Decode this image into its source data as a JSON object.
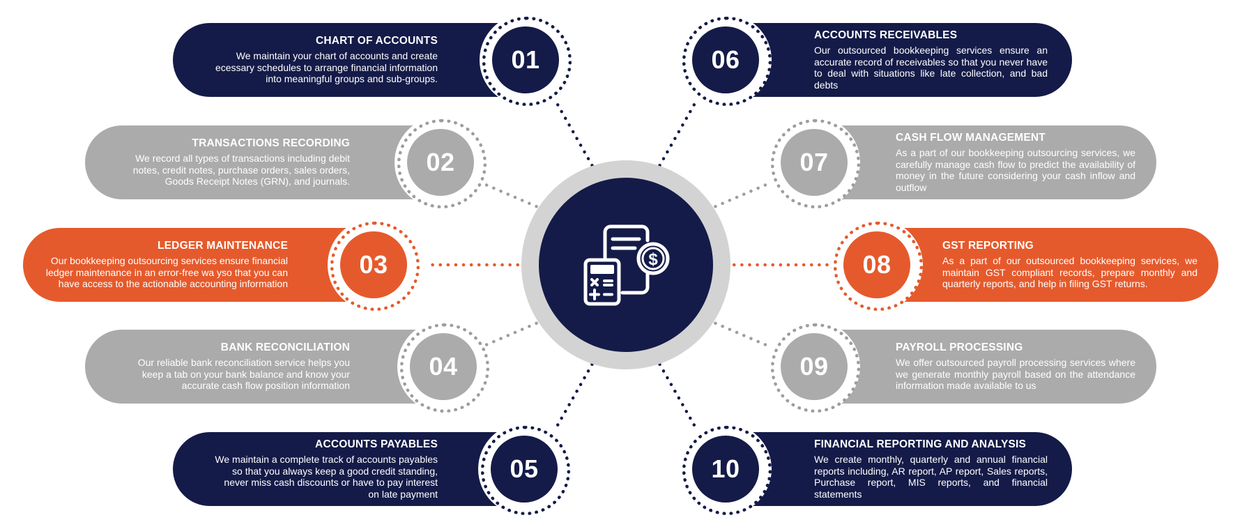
{
  "colors": {
    "navy": "#141b48",
    "grey": "#ababab",
    "grey_dots": "#9d9d9d",
    "orange": "#e55a2c",
    "hub_ring": "#d3d3d3"
  },
  "hub": {
    "icon": "invoice-calculator-dollar-icon"
  },
  "items": [
    {
      "num": "01",
      "title": "CHART OF ACCOUNTS",
      "desc": "We maintain your chart of accounts and create ecessary schedules to arrange financial information into meaningful groups and sub-groups.",
      "color": "navy"
    },
    {
      "num": "02",
      "title": "TRANSACTIONS RECORDING",
      "desc": "We record all types of transactions including debit notes, credit notes, purchase orders, sales orders, Goods Receipt Notes (GRN), and journals.",
      "color": "grey"
    },
    {
      "num": "03",
      "title": "LEDGER MAINTENANCE",
      "desc": "Our bookkeeping outsourcing services ensure financial ledger maintenance in an error-free wa yso that you can have access to the actionable accounting information",
      "color": "orange"
    },
    {
      "num": "04",
      "title": "BANK RECONCILIATION",
      "desc": "Our reliable bank reconciliation service helps you keep a tab on your bank balance and know your accurate cash flow position information",
      "color": "grey"
    },
    {
      "num": "05",
      "title": "ACCOUNTS PAYABLES",
      "desc": "We maintain a complete track of accounts payables so that you always keep a good credit standing, never miss cash discounts or have to pay interest on late payment",
      "color": "navy"
    },
    {
      "num": "06",
      "title": "ACCOUNTS RECEIVABLES",
      "desc": "Our outsourced bookkeeping services ensure an accurate record of receivables so that you never have to deal with situations like late collection, and bad debts",
      "color": "navy"
    },
    {
      "num": "07",
      "title": "CASH FLOW MANAGEMENT",
      "desc": "As a part of our bookkeeping outsourcing services, we carefully manage cash flow to predict the availability of money in the future considering your cash inflow and outflow",
      "color": "grey"
    },
    {
      "num": "08",
      "title": "GST REPORTING",
      "desc": "As a part of our outsourced bookkeeping services, we maintain GST compliant records, prepare monthly and quarterly reports, and help in filing GST returns.",
      "color": "orange"
    },
    {
      "num": "09",
      "title": "PAYROLL PROCESSING",
      "desc": "We offer outsourced payroll processing services where we generate monthly payroll based on the attendance information made available to us",
      "color": "grey"
    },
    {
      "num": "10",
      "title": "FINANCIAL REPORTING AND ANALYSIS",
      "desc": "We create monthly, quarterly and annual financial reports including, AR report, AP report, Sales reports, Purchase report, MIS reports, and financial statements",
      "color": "navy"
    }
  ]
}
